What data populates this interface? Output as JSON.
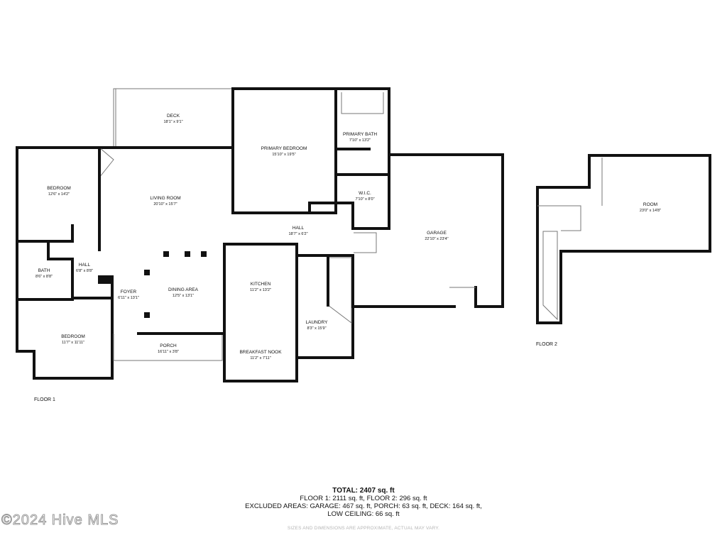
{
  "rooms": [
    {
      "key": "deck",
      "name": "DECK",
      "dims": "18'1\" x 9'1\""
    },
    {
      "key": "primary_bedroom",
      "name": "PRIMARY BEDROOM",
      "dims": "15'10\" x 19'5\""
    },
    {
      "key": "primary_bath",
      "name": "PRIMARY BATH",
      "dims": "7'10\" x 13'2\""
    },
    {
      "key": "wic",
      "name": "W.I.C.",
      "dims": "7'10\" x 8'0\""
    },
    {
      "key": "bedroom1",
      "name": "BEDROOM",
      "dims": "12'6\" x 14'2\""
    },
    {
      "key": "living_room",
      "name": "LIVING ROOM",
      "dims": "20'10\" x 15'7\""
    },
    {
      "key": "hall1",
      "name": "HALL",
      "dims": "18'7\" x 6'2\""
    },
    {
      "key": "garage",
      "name": "GARAGE",
      "dims": "22'10\" x 23'4\""
    },
    {
      "key": "bath",
      "name": "BATH",
      "dims": "8'6\" x 8'8\""
    },
    {
      "key": "hall2",
      "name": "HALL",
      "dims": "6'8\" x 8'8\""
    },
    {
      "key": "foyer",
      "name": "FOYER",
      "dims": "6'11\" x 13'1\""
    },
    {
      "key": "dining",
      "name": "DINING AREA",
      "dims": "12'5\" x 13'1\""
    },
    {
      "key": "kitchen",
      "name": "KITCHEN",
      "dims": "11'2\" x 13'2\""
    },
    {
      "key": "laundry",
      "name": "LAUNDRY",
      "dims": "8'3\" x 15'9\""
    },
    {
      "key": "bedroom2",
      "name": "BEDROOM",
      "dims": "11'7\" x 11'11\""
    },
    {
      "key": "porch",
      "name": "PORCH",
      "dims": "16'11\" x 3'8\""
    },
    {
      "key": "breakfast",
      "name": "BREAKFAST NOOK",
      "dims": "11'2\" x 7'11\""
    },
    {
      "key": "room",
      "name": "ROOM",
      "dims": "23'0\" x 14'8\""
    }
  ],
  "floor_labels": {
    "floor1": "FLOOR 1",
    "floor2": "FLOOR 2"
  },
  "summary": {
    "total_label": "TOTAL:",
    "total_value": "2407 sq. ft",
    "line1": "FLOOR 1:  2111 sq. ft, FLOOR 2: 296 sq. ft",
    "line2": "EXCLUDED AREAS: GARAGE: 467 sq. ft, PORCH: 63 sq. ft, DECK: 164 sq. ft,",
    "line3": "LOW CEILING: 66 sq. ft"
  },
  "disclaimer": "SIZES AND DIMENSIONS ARE APPROXIMATE, ACTUAL MAY VARY.",
  "watermark": "©2024 Hive MLS",
  "colors": {
    "wall": "#111111",
    "background": "#ffffff",
    "watermark_outline": "#9a9a9a"
  }
}
